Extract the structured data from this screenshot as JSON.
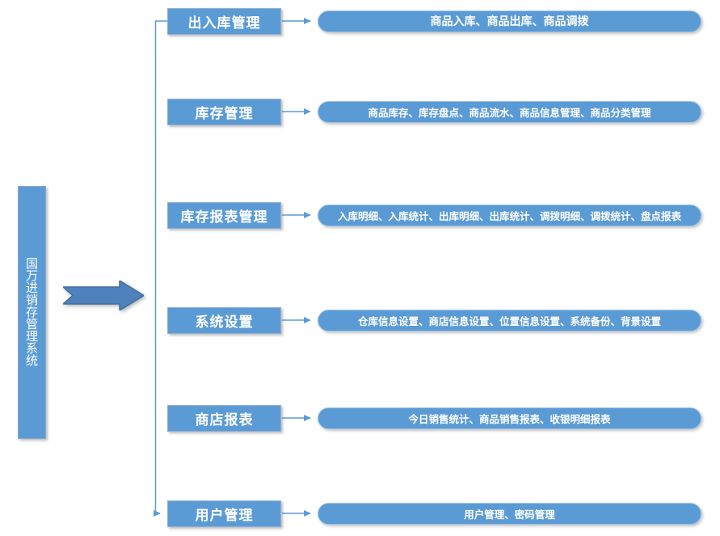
{
  "root": {
    "label": "国万进销存管理系统"
  },
  "rows": [
    {
      "label": "出入库管理",
      "items": "商品入库、商品出库、商品调拨"
    },
    {
      "label": "库存管理",
      "items": "商品库存、库存盘点、商品流水、商品信息管理、商品分类管理"
    },
    {
      "label": "库存报表管理",
      "items": "入库明细、入库统计、出库明细、出库统计、调拨明细、调拨统计、盘点报表"
    },
    {
      "label": "系统设置",
      "items": "仓库信息设置、商店信息设置、位置信息设置、系统备份、背景设置"
    },
    {
      "label": "商店报表",
      "items": "今日销售统计、商品销售报表、收银明细报表"
    },
    {
      "label": "用户管理",
      "items": "用户管理、密码管理"
    }
  ],
  "colors": {
    "shape_fill": "#5B9BD5",
    "big_arrow_fill": "#4F81BD",
    "big_arrow_border": "#41719C",
    "connector": "#5B9BD5",
    "text": "#FFFFFF"
  }
}
